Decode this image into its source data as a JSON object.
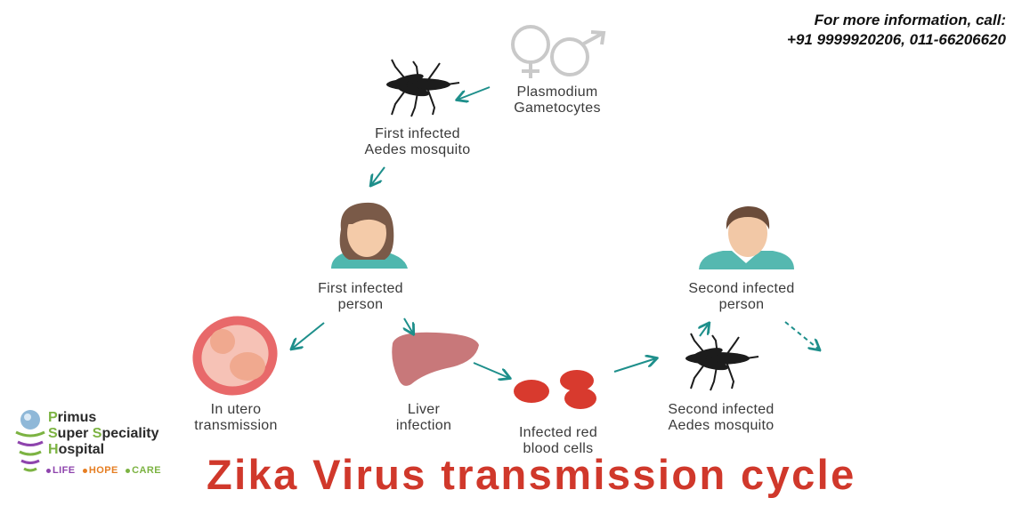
{
  "contact": {
    "line1": "For more information, call:",
    "line2": "+91 9999920206, 011-66206620"
  },
  "title": "Zika Virus transmission cycle",
  "nodes": {
    "gametocytes": "Plasmodium\nGametocytes",
    "first_mosquito": "First infected\nAedes mosquito",
    "first_person": "First infected\nperson",
    "in_utero": "In utero\ntransmission",
    "liver": "Liver\ninfection",
    "rbc": "Infected red\nblood cells",
    "second_mosquito": "Second infected\nAedes mosquito",
    "second_person": "Second infected\nperson"
  },
  "logo": {
    "line1_initial": "P",
    "line1_rest": "rimus",
    "line2_initial1": "S",
    "line2_rest1": "uper ",
    "line2_initial2": "S",
    "line2_rest2": "peciality",
    "line3_initial": "H",
    "line3_rest": "ospital",
    "tag1": "LIFE",
    "tag2": "HOPE",
    "tag3": "CARE"
  },
  "colors": {
    "arrow": "#1e8f8b",
    "title": "#d0382b",
    "rbc": "#d83a2e",
    "liver": "#c8787a",
    "fetus": "#e8696a",
    "gender_symbol": "#c9c9c9",
    "logo_green": "#7cb342",
    "tag_life": "#8e44ad",
    "tag_hope": "#e67e22",
    "tag_care": "#7cb342"
  },
  "icons": [
    "gender-symbols-icon",
    "mosquito-icon",
    "female-person-icon",
    "male-person-icon",
    "fetus-icon",
    "liver-icon",
    "red-blood-cells-icon"
  ]
}
